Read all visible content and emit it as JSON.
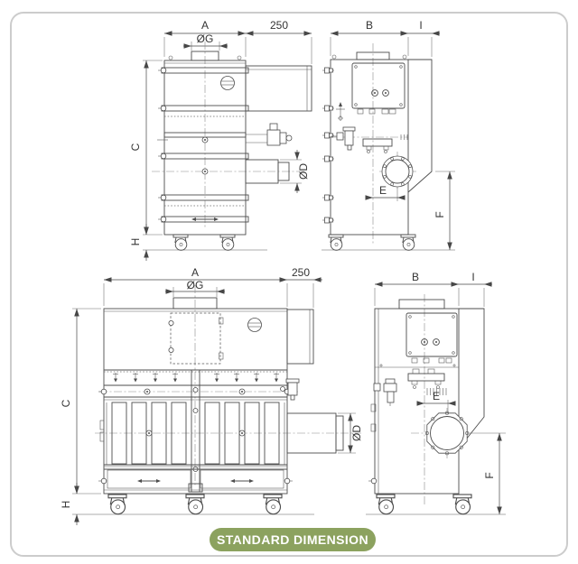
{
  "frame": {
    "border_color": "#cccccc",
    "background": "#ffffff"
  },
  "badge": {
    "label": "STANDARD DIMENSION",
    "background": "#8ca25f",
    "text_color": "#ffffff"
  },
  "drawing": {
    "line_color": "#4d4d4d"
  },
  "dims": {
    "A": "A",
    "B": "B",
    "C": "C",
    "E": "E",
    "F": "F",
    "H": "H",
    "I": "I",
    "blower": "250",
    "inlet": "ØG",
    "outlet": "ØD"
  }
}
